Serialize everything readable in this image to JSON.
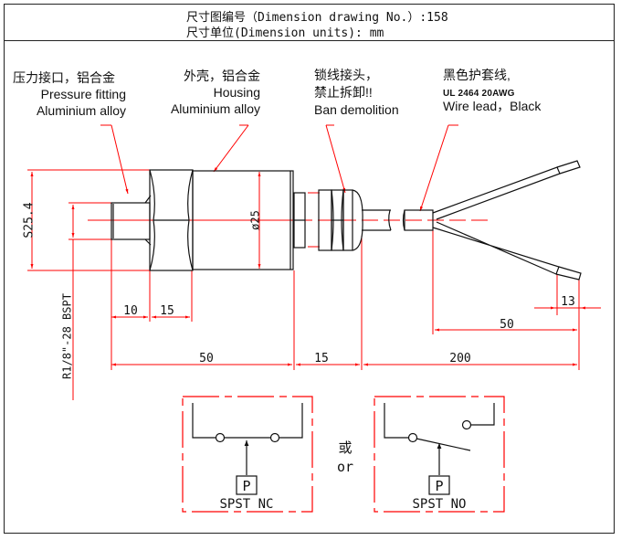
{
  "header": {
    "drawing_no_line": "尺寸图编号（Dimension drawing No.）:158",
    "units_line": "尺寸单位(Dimension units): mm"
  },
  "callouts": {
    "pressure_fitting": {
      "zh": "压力接口，铝合金",
      "en1": "Pressure fitting",
      "en2": "Aluminium alloy"
    },
    "housing": {
      "zh": "外壳，铝合金",
      "en1": "Housing",
      "en2": "Aluminium alloy"
    },
    "lock_connector": {
      "zh1": "锁线接头，",
      "zh2": "禁止拆卸!!",
      "en": "Ban demolition"
    },
    "wire": {
      "zh": "黑色护套线,",
      "spec": "UL 2464 20AWG",
      "en": "Wire lead，Black"
    }
  },
  "dimensions": {
    "hex_size": "S25.4",
    "diameter": "ø25",
    "thread": "R1/8\"-28  BSPT",
    "thread_len": "10",
    "hex_len": "15",
    "body_len": "50",
    "connector_len": "15",
    "cable_len": "200",
    "split_len": "50",
    "strip_len": "13"
  },
  "switches": {
    "pressure_symbol": "P",
    "nc_label": "SPST NC",
    "no_label": "SPST NO",
    "or_zh": "或",
    "or_en": "or"
  },
  "colors": {
    "dimension": "#ff0000",
    "outline": "#111111"
  }
}
